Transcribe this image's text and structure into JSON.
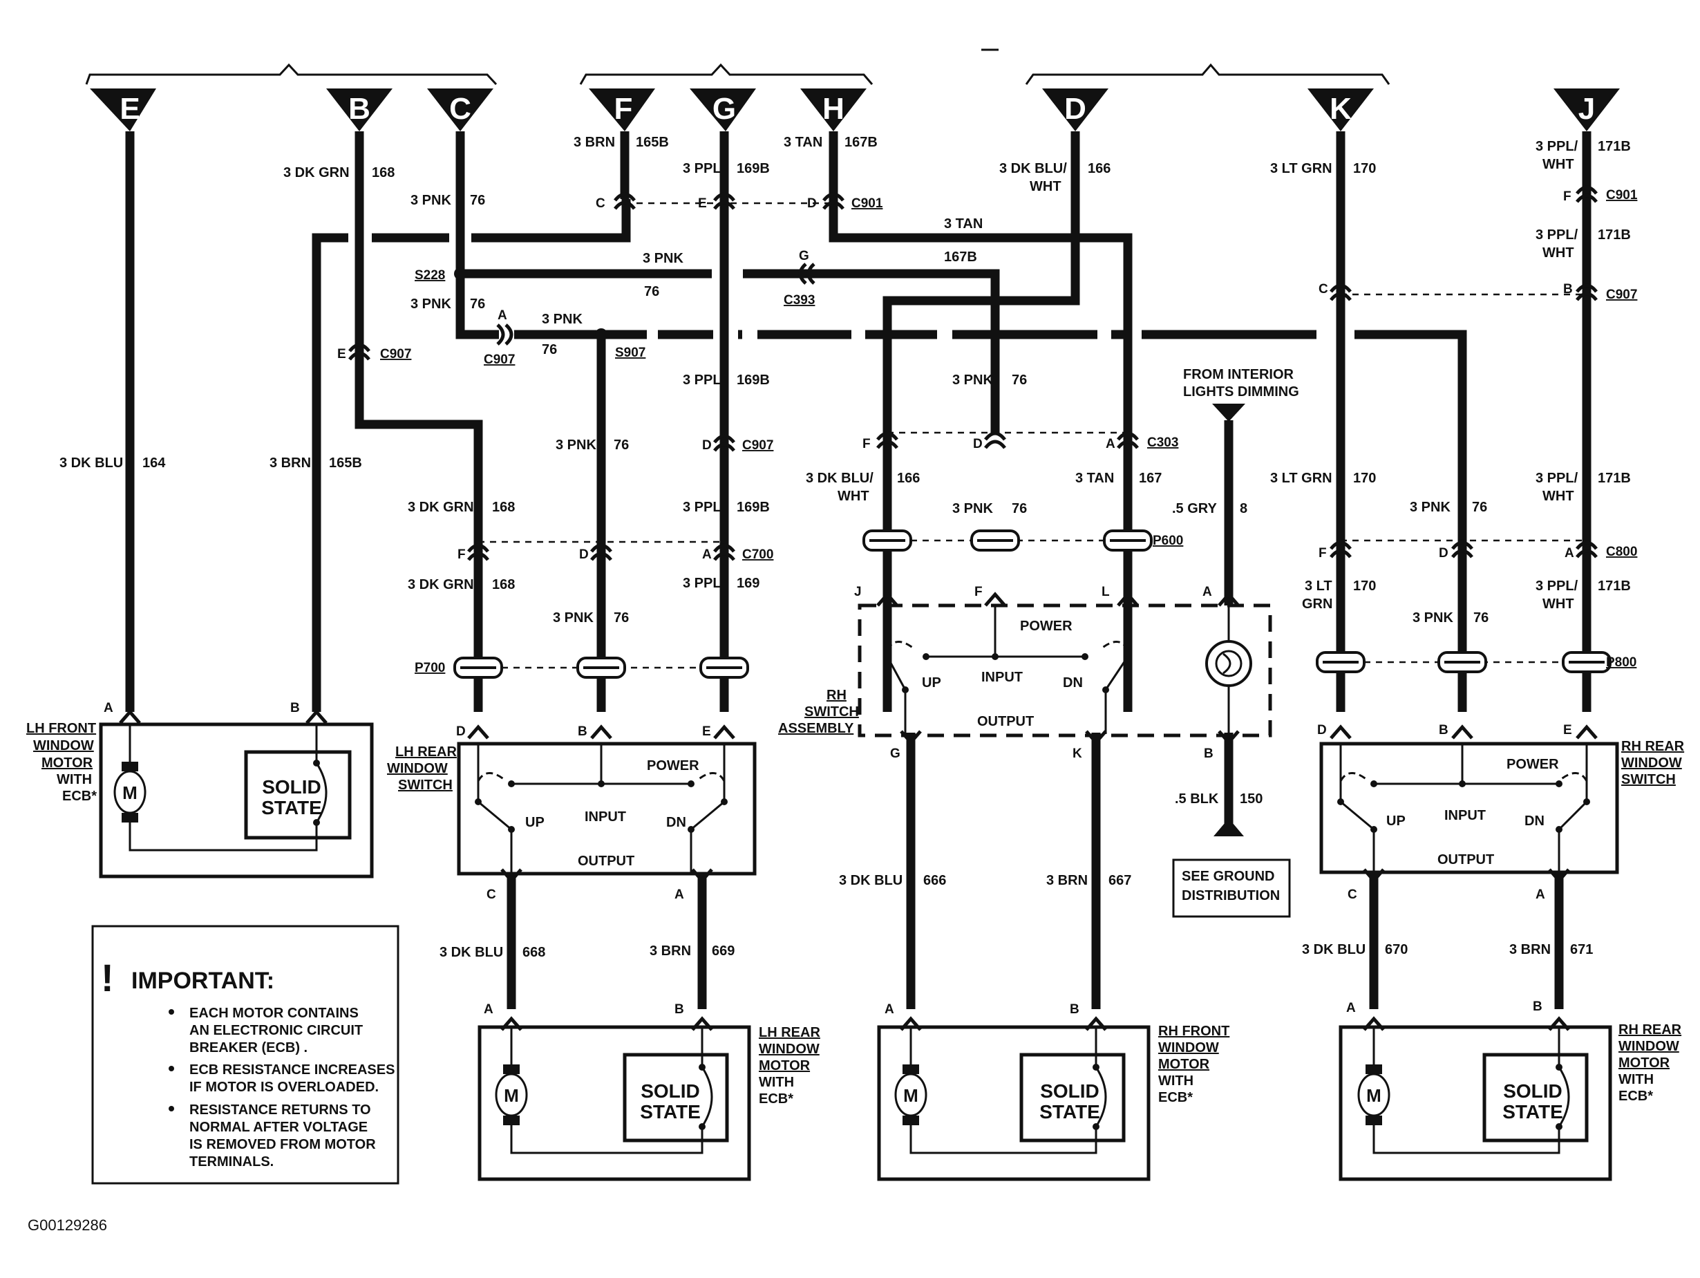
{
  "terminals": [
    "E",
    "B",
    "C",
    "F",
    "G",
    "H",
    "D",
    "K",
    "J"
  ],
  "wires": {
    "e": "3 DK BLU",
    "e_n": "164",
    "b_top": "3 DK GRN",
    "b_top_n": "168",
    "b_low": "3 BRN",
    "b_low_n": "165B",
    "c_top": "3 PNK",
    "c_top_n": "76",
    "f_top": "3 BRN",
    "f_top_n": "165B",
    "g_top": "3 PPL",
    "g_top_n": "169B",
    "h_top": "3 TAN",
    "h_top_n": "167B",
    "d_top": "3 DK BLU/",
    "d_top2": "WHT",
    "d_top_n": "166",
    "k_top": "3 LT GRN",
    "k_top_n": "170",
    "j_top": "3 PPL/",
    "j_top2": "WHT",
    "j_top_n": "171B",
    "tan": "3 TAN",
    "tan_n": "167B",
    "pnk_h": "3 PNK",
    "pnk_h_n": "76",
    "pnk_a": "3 PNK",
    "pnk_a_n": "76",
    "pnk_s": "3 PNK",
    "pnk_s_n": "76",
    "s907_dn": "3 PNK",
    "s907_dn_n": "76",
    "g_mid": "3 PPL",
    "g_mid_n": "169B",
    "lhr_grn1": "3 DK GRN",
    "lhr_grn1_n": "168",
    "lhr_grn2": "3 DK GRN",
    "lhr_grn2_n": "168",
    "lhr_ppl1": "3 PPL",
    "lhr_ppl1_n": "169B",
    "lhr_ppl2": "3 PPL",
    "lhr_ppl2_n": "169",
    "lhr_pnk2": "3 PNK",
    "lhr_pnk2_n": "76",
    "rh_pnk": "3 PNK",
    "rh_pnk_n": "76",
    "rh_dkb": "3 DK BLU/",
    "rh_dkb2": "WHT",
    "rh_dkb_n": "166",
    "rh_pnk2": "3 PNK",
    "rh_pnk2_n": "76",
    "rh_tan": "3 TAN",
    "rh_tan_n": "167",
    "gry": ".5 GRY",
    "gry_n": "8",
    "rr_grn1": "3 LT GRN",
    "rr_grn1_n": "170",
    "rr_pnk1": "3 PNK",
    "rr_pnk1_n": "76",
    "rr_ppl1": "3 PPL/",
    "rr_ppl1b": "WHT",
    "rr_ppl1_n": "171B",
    "rr_grn2": "3 LT",
    "rr_grn2b": "GRN",
    "rr_grn2_n": "170",
    "rr_pnk2": "3 PNK",
    "rr_pnk2_n": "76",
    "rr_ppl2": "3 PPL/",
    "rr_ppl2b": "WHT",
    "rr_ppl2_n": "171B",
    "j_mid": "3 PPL/",
    "j_mid2": "WHT",
    "j_mid_n": "171B",
    "blk": ".5 BLK",
    "blk_n": "150",
    "lhr_out1": "3 DK BLU",
    "lhr_out1_n": "668",
    "lhr_out2": "3 BRN",
    "lhr_out2_n": "669",
    "rhf_out1": "3 DK BLU",
    "rhf_out1_n": "666",
    "rhf_out2": "3 BRN",
    "rhf_out2_n": "667",
    "rrr_out1": "3 DK BLU",
    "rrr_out1_n": "670",
    "rrr_out2": "3 BRN",
    "rrr_out2_n": "671"
  },
  "connectors": {
    "c901": "C901",
    "c901_j": "C901",
    "c907": "C907",
    "c907_a": "C907",
    "c907_j": "C907",
    "c907_g": "C907",
    "c393": "C393",
    "c303": "C303",
    "c700": "C700",
    "p700": "P700",
    "p600": "P600",
    "c800": "C800",
    "p800": "P800",
    "s228": "S228",
    "s907": "S907"
  },
  "pins": {
    "C": "C",
    "E": "E",
    "D": "D",
    "A": "A",
    "F": "F",
    "G": "G",
    "B": "B",
    "J": "J",
    "L": "L",
    "K": "K"
  },
  "components": {
    "lh_front": [
      "LH FRONT",
      "WINDOW",
      "MOTOR",
      "WITH",
      "ECB*"
    ],
    "lh_rear_motor": [
      "LH REAR",
      "WINDOW",
      "MOTOR",
      "WITH",
      "ECB*"
    ],
    "rh_front_motor": [
      "RH FRONT",
      "WINDOW",
      "MOTOR",
      "WITH",
      "ECB*"
    ],
    "rh_rear_motor": [
      "RH REAR",
      "WINDOW",
      "MOTOR",
      "WITH",
      "ECB*"
    ],
    "lh_rear_switch": [
      "LH REAR",
      "WINDOW",
      "SWITCH"
    ],
    "rh_rear_switch": [
      "RH REAR",
      "WINDOW",
      "SWITCH"
    ],
    "rh_switch_assembly": [
      "RH",
      "SWITCH",
      "ASSEMBLY"
    ],
    "solid_state": [
      "SOLID",
      "STATE"
    ],
    "motor": "M",
    "power": "POWER",
    "input": "INPUT",
    "output": "OUTPUT",
    "up": "UP",
    "dn": "DN",
    "interior": [
      "FROM INTERIOR",
      "LIGHTS DIMMING"
    ],
    "ground": [
      "SEE GROUND",
      "DISTRIBUTION"
    ]
  },
  "important": {
    "mark": "!",
    "title": "IMPORTANT:",
    "bullets": [
      [
        "EACH MOTOR CONTAINS",
        "AN ELECTRONIC CIRCUIT",
        "BREAKER (ECB) ."
      ],
      [
        "ECB RESISTANCE INCREASES",
        "IF MOTOR IS OVERLOADED."
      ],
      [
        "RESISTANCE RETURNS TO",
        "NORMAL AFTER VOLTAGE",
        "IS REMOVED FROM MOTOR",
        "TERMINALS."
      ]
    ]
  },
  "figure_id": "G00129286"
}
